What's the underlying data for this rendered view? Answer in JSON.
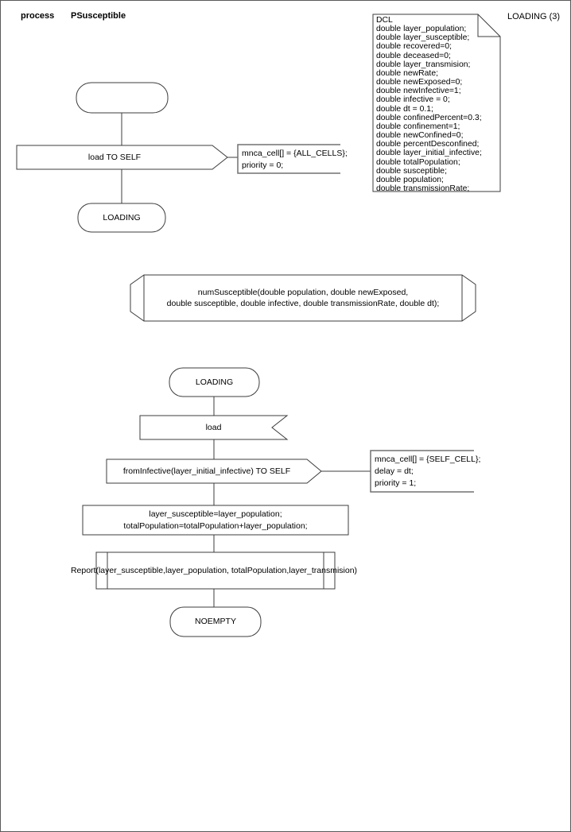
{
  "header": {
    "process_label": "process",
    "process_name": "PSusceptible",
    "page_ref": "LOADING (3)"
  },
  "declarations": {
    "text": "DCL\ndouble layer_population;\ndouble layer_susceptible;\ndouble recovered=0;\ndouble deceased=0;\ndouble layer_transmision;\ndouble newRate;\ndouble newExposed=0;\ndouble newInfective=1;\ndouble infective = 0;\ndouble dt = 0.1;\ndouble confinedPercent=0.3;\ndouble confinement=1;\ndouble newConfined=0;\ndouble percentDesconfined;\ndouble layer_initial_infective;\ndouble totalPopulation;\ndouble susceptible;\ndouble population;\ndouble transmissionRate;"
  },
  "flow1": {
    "output_label": "load TO SELF",
    "output_comment": "mnca_cell[] = {ALL_CELLS};\npriority = 0;",
    "state_label": "LOADING"
  },
  "procedure_decl": {
    "text": "numSusceptible(double population, double newExposed,\ndouble susceptible, double infective, double transmissionRate, double dt);"
  },
  "flow2": {
    "state_label": "LOADING",
    "input_label": "load",
    "output_label": "fromInfective(layer_initial_infective) TO SELF",
    "output_comment": "mnca_cell[] = {SELF_CELL};\ndelay = dt;\npriority = 1;",
    "task_text": "layer_susceptible=layer_population;\ntotalPopulation=totalPopulation+layer_population;",
    "procedure_call_text": "Report(layer_susceptible,layer_population, totalPopulation,layer_transmision)",
    "end_state_label": "NOEMPTY"
  }
}
